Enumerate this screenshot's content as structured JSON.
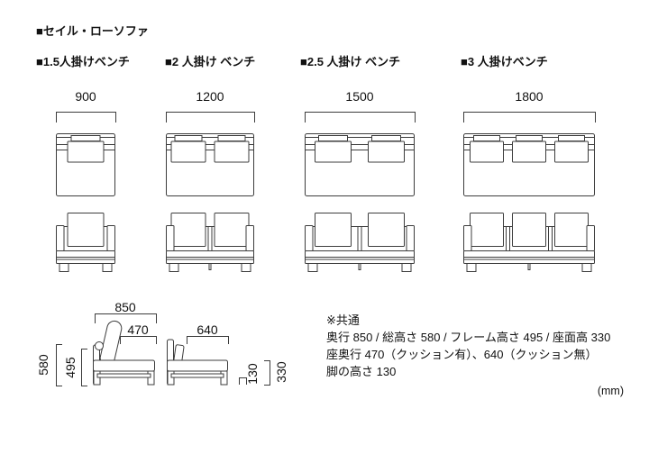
{
  "title": "■セイル・ローソファ",
  "unit": "(mm)",
  "columns": [
    {
      "label": "■1.5人掛けベンチ",
      "width_mm": "900",
      "cushions": 1
    },
    {
      "label": "■2 人掛け ベンチ",
      "width_mm": "1200",
      "cushions": 2
    },
    {
      "label": "■2.5 人掛け ベンチ",
      "width_mm": "1500",
      "cushions": 2
    },
    {
      "label": "■3 人掛けベンチ",
      "width_mm": "1800",
      "cushions": 3
    }
  ],
  "side_profile": {
    "depth": "850",
    "seat_depth_with_cushion": "470",
    "total_height": "580",
    "frame_height": "495",
    "seat_depth_without_cushion": "640",
    "seat_height": "330",
    "leg_height": "130"
  },
  "notes": {
    "heading": "※共通",
    "lines": [
      "奥行 850 / 総高さ 580 / フレーム高さ 495 / 座面高 330",
      "座奥行 470（クッション有）、640（クッション無）",
      "脚の高さ 130"
    ]
  }
}
